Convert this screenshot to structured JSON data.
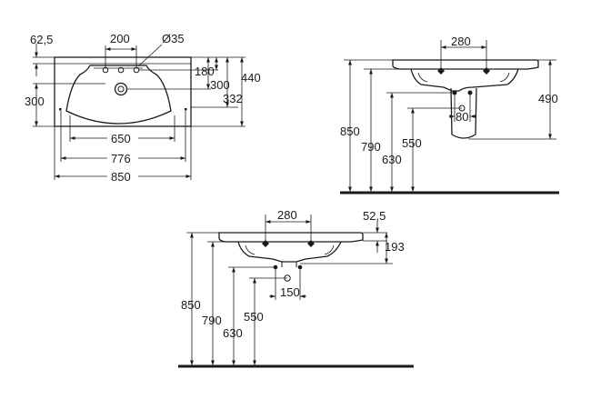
{
  "views": {
    "top": {
      "dims": {
        "edge_offset": "62,5",
        "tap_spacing": "200",
        "hole_diameter": "Ø35",
        "tap_depth": "180",
        "drain_depth": "300",
        "left_depth": "300",
        "mid_depth": "332",
        "total_depth": "440",
        "bowl_width": "650",
        "inner_width": "776",
        "total_width": "850"
      }
    },
    "side": {
      "dims": {
        "bracket_spacing": "280",
        "pedestal_height": "490",
        "pipe_offset": "80",
        "rim_height": "850",
        "h790": "790",
        "h630": "630",
        "h550": "550"
      }
    },
    "front": {
      "dims": {
        "bracket_spacing": "280",
        "rim_thickness": "52,5",
        "depth": "193",
        "pipe_spacing": "150",
        "rim_height": "850",
        "h790": "790",
        "h630": "630",
        "h550": "550"
      }
    }
  }
}
